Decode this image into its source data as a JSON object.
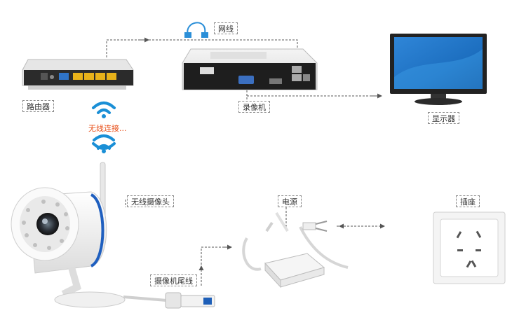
{
  "labels": {
    "network_cable": "网线",
    "router": "路由器",
    "nvr": "录像机",
    "monitor": "显示器",
    "wifi_status": "无线连接...",
    "wireless_camera": "无线摄像头",
    "power_supply": "电源",
    "socket": "插座",
    "camera_tail_cable": "摄像机尾线"
  },
  "colors": {
    "wifi_blue": "#1a8fd6",
    "wifi_text": "#e8501a",
    "connector_line": "#555555",
    "camera_ring": "#1f5fbf",
    "monitor_screen": "#1d6fc0"
  }
}
